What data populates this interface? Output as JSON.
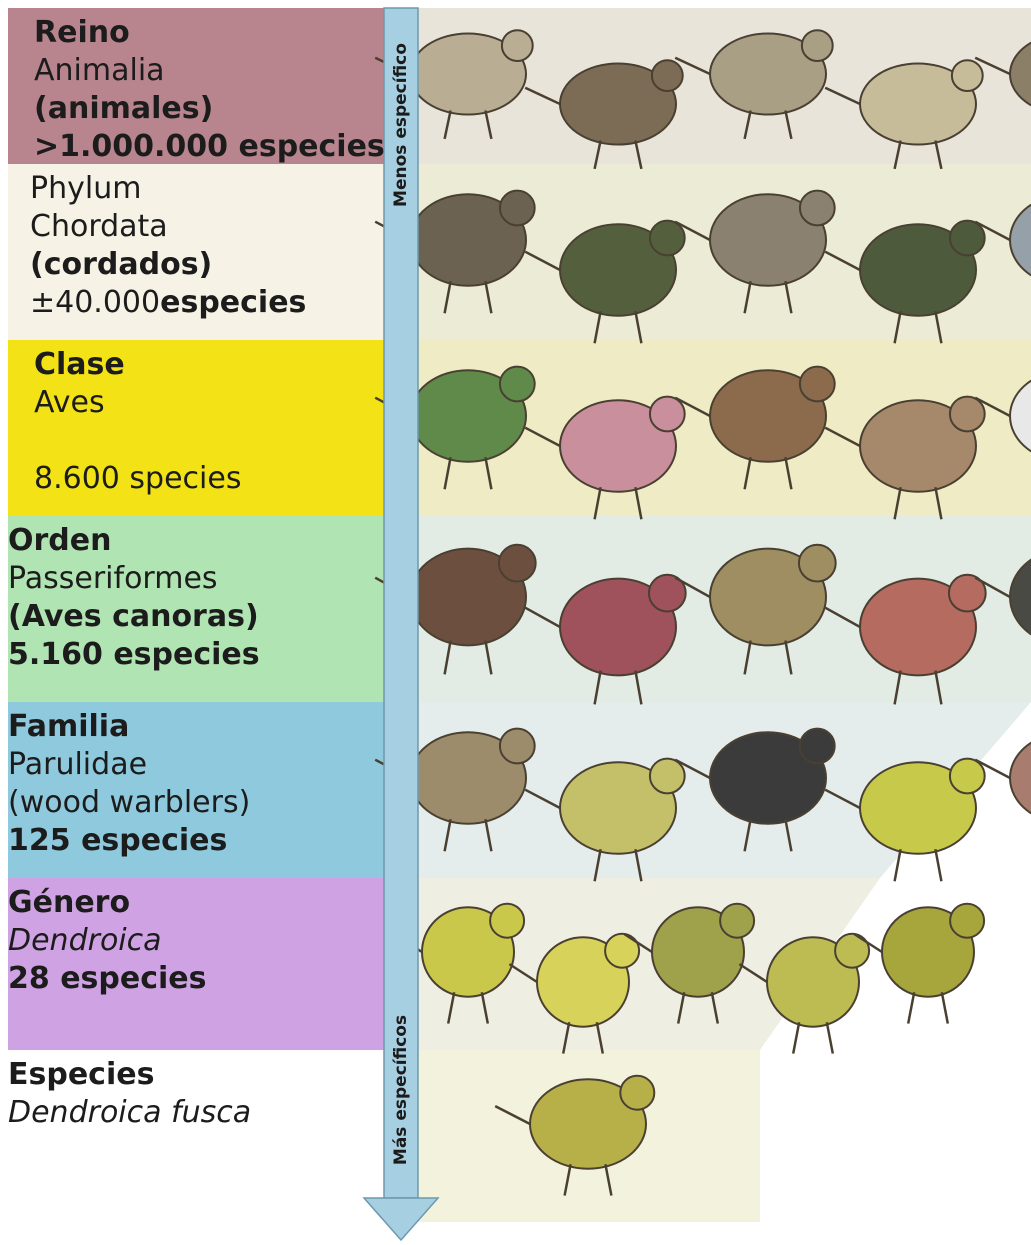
{
  "ranks": [
    {
      "id": "reino",
      "color": "#b8858f",
      "bg": "#e9e4da",
      "lines": [
        {
          "text": "Reino",
          "style": "bold"
        },
        {
          "text": "Animalia",
          "style": ""
        },
        {
          "text": "(animales)",
          "style": "bold"
        },
        {
          "text": ">1.000.000 especies",
          "style": "bold"
        }
      ]
    },
    {
      "id": "phylum",
      "color": "#f6f2e6",
      "bg": "#ecebd6",
      "lines": [
        {
          "text": "Phylum",
          "style": ""
        },
        {
          "text": "Chordata",
          "style": ""
        },
        {
          "text": "(cordados)",
          "style": "bold"
        },
        {
          "text": "±40.000",
          "style": "",
          "right": "especies"
        }
      ]
    },
    {
      "id": "clase",
      "color": "#f3e316",
      "bg": "#efebc4",
      "lines": [
        {
          "text": "Clase",
          "style": "bold"
        },
        {
          "text": "Aves",
          "style": ""
        },
        {
          "text": "",
          "style": ""
        },
        {
          "text": "8.600 species",
          "style": ""
        }
      ]
    },
    {
      "id": "orden",
      "color": "#b0e4b3",
      "bg": "#e3ece4",
      "lines": [
        {
          "text": "Orden",
          "style": "bold"
        },
        {
          "text": "Passeriformes",
          "style": ""
        },
        {
          "text": "(Aves canoras)",
          "style": "bold"
        },
        {
          "text": "5.160 especies",
          "style": "bold"
        }
      ]
    },
    {
      "id": "familia",
      "color": "#8ec9dd",
      "bg": "#e4ecec",
      "lines": [
        {
          "text": "Familia",
          "style": "bold"
        },
        {
          "text": "Parulidae",
          "style": ""
        },
        {
          "text": "(wood warblers)",
          "style": ""
        },
        {
          "text": "125 especies",
          "style": "bold"
        }
      ]
    },
    {
      "id": "genero",
      "color": "#cfa3e3",
      "bg": "#eeeee2",
      "lines": [
        {
          "text": "Género",
          "style": "bold"
        },
        {
          "text": "Dendroica",
          "style": "italic"
        },
        {
          "text": "28 especies",
          "style": "bold"
        }
      ]
    },
    {
      "id": "especies",
      "color": "#ffffff",
      "bg": "#f3f2dc",
      "lines": [
        {
          "text": "Especies",
          "style": "bold"
        },
        {
          "text": "Dendroica fusca",
          "style": "italic"
        }
      ]
    }
  ],
  "arrow": {
    "top_label": "Menos específico",
    "bottom_label": "Más específicos",
    "color": "#a7cfe2"
  },
  "colors": {
    "animal_ink": "#4a4032",
    "bird_warbler": "#c9c84a",
    "bird_rose": "#b57a86"
  }
}
